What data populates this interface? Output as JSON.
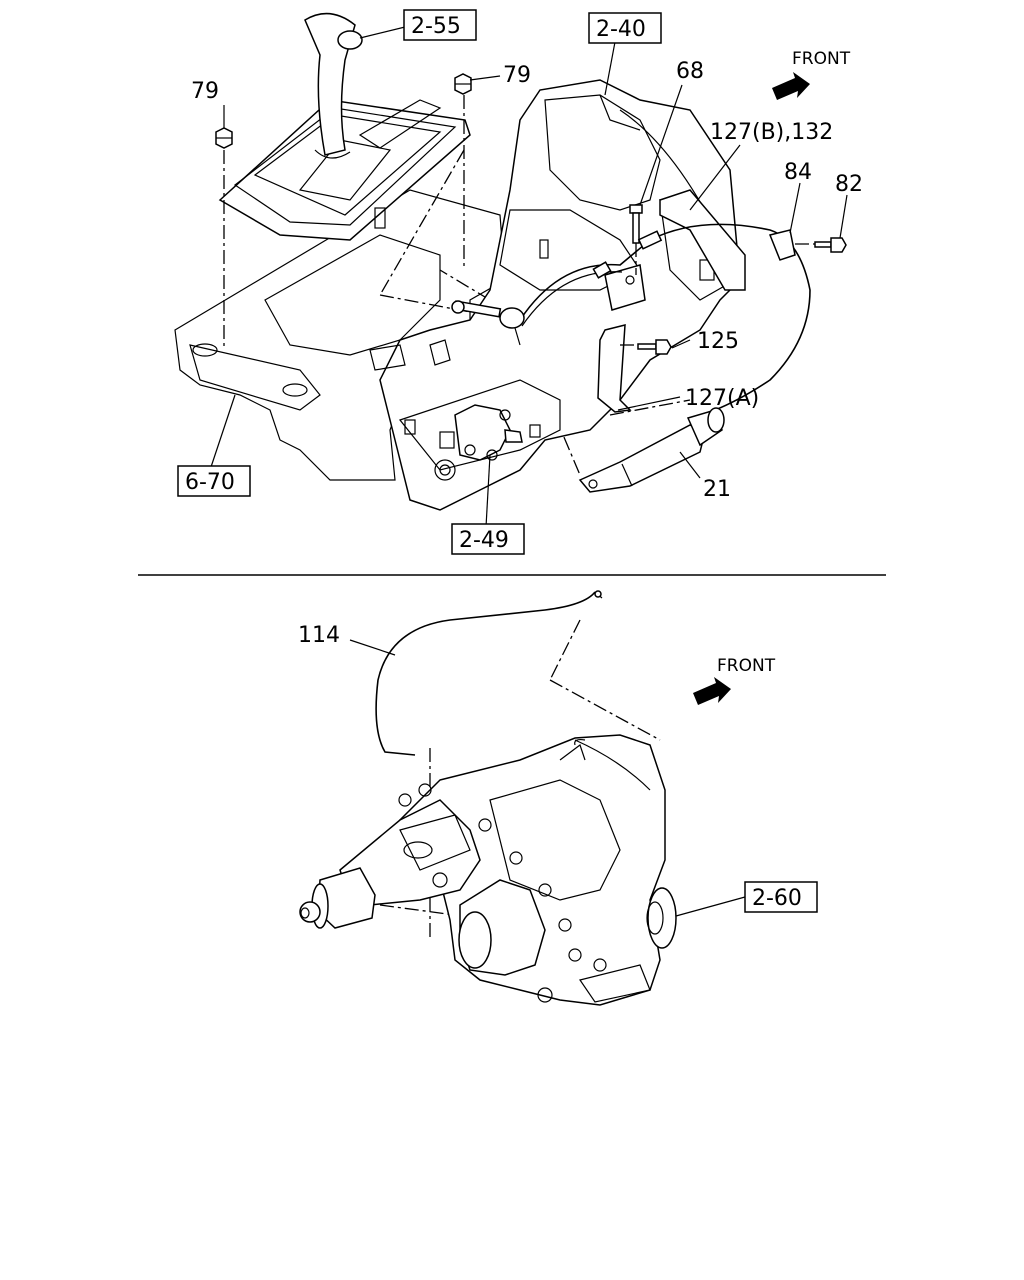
{
  "top_view": {
    "front_label": "FRONT",
    "ref_boxes": [
      "2-55",
      "2-40",
      "6-70",
      "2-49"
    ],
    "callouts": [
      "79",
      "79",
      "68",
      "127(B),132",
      "84",
      "82",
      "125",
      "127(A)",
      "21"
    ]
  },
  "bottom_view": {
    "front_label": "FRONT",
    "ref_boxes": [
      "2-60"
    ],
    "callouts": [
      "114"
    ]
  }
}
